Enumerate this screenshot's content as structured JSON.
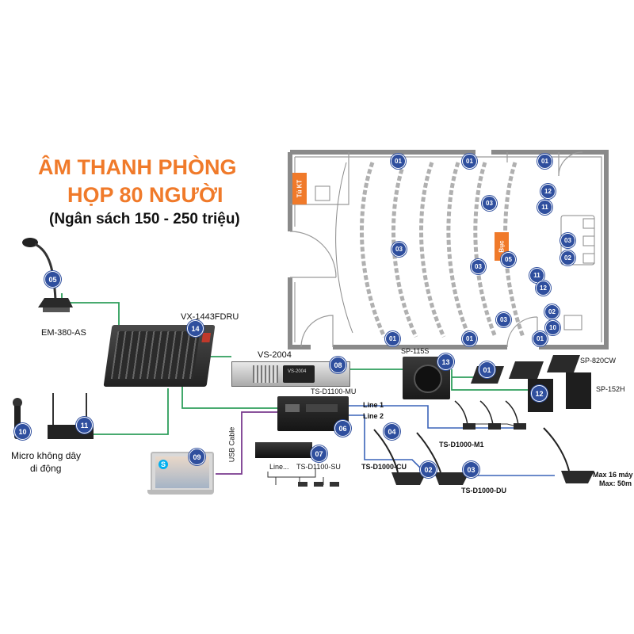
{
  "title": {
    "line1": "ÂM THANH PHÒNG",
    "line2": "HỌP 80 NGƯỜI",
    "line3": "(Ngân sách 150 - 250 triệu)"
  },
  "floor_plan": {
    "control_room_label": "Tủ KT",
    "podium_label": "Bục",
    "markers": [
      "01",
      "01",
      "01",
      "01",
      "01",
      "01",
      "12",
      "11",
      "03",
      "03",
      "02",
      "05",
      "03",
      "03",
      "11",
      "12",
      "02",
      "10",
      "03"
    ]
  },
  "devices": {
    "gooseneck_mic": "EM-380-AS",
    "mixer": "VX-1443FDRU",
    "amplifier": "VS-2004",
    "amplifier_face": "VS-2004",
    "subwoofer": "SP-115S",
    "monitor_speaker": "SP-820CW",
    "column_speaker": "SP-152H",
    "conference_controller": "TS-D1100-MU",
    "line1": "Line 1",
    "line2": "Line 2",
    "usb_cable": "USB Cable",
    "extension_unit": "TS-D1100-SU",
    "line_label": "Line...",
    "unit_m1": "TS-D1000-M1",
    "unit_cu": "TS-D1000-CU",
    "unit_du": "TS-D1000-DU",
    "max_units": "Max 16 máy",
    "max_distance": "Max: 50m",
    "wireless_line1": "Micro không dây",
    "wireless_line2": "di động"
  },
  "badges": {
    "mic": "05",
    "mixer": "14",
    "amp": "08",
    "sub": "13",
    "monitor": "01",
    "column": "12",
    "receiver": "11",
    "handheld": "10",
    "controller": "06",
    "extension": "07",
    "laptop": "09",
    "cu": "04",
    "du1": "02",
    "du2": "03"
  },
  "colors": {
    "title_orange": "#f07a2a",
    "badge_blue": "#2f4f9e",
    "cable_green": "#2e9e5b",
    "cable_blue": "#3a63b8",
    "cable_purple": "#7a3b8f",
    "wall_gray": "#8a8a8a"
  }
}
